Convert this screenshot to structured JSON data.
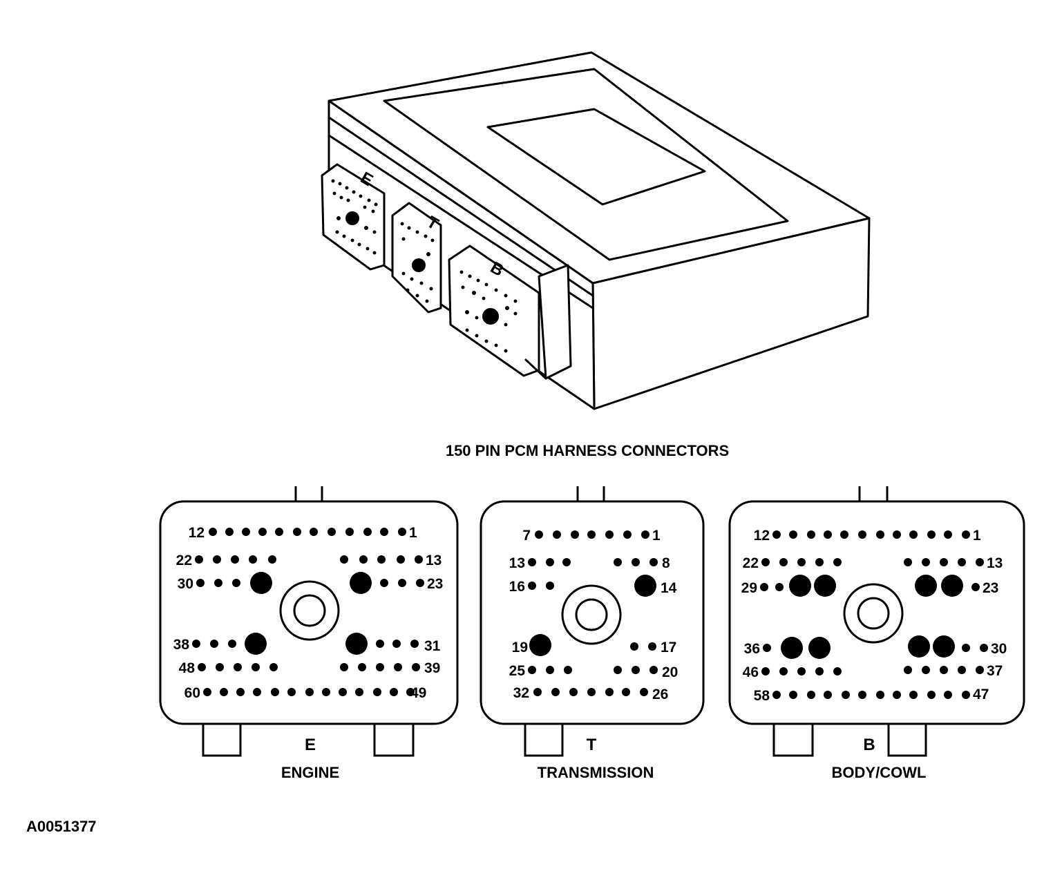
{
  "caption": "150 PIN PCM HARNESS CONNECTORS",
  "figure_id": "A0051377",
  "module_letters": [
    "E",
    "T",
    "B"
  ],
  "connectors": [
    {
      "letter": "E",
      "name": "ENGINE",
      "pins": [
        "12",
        "1",
        "22",
        "13",
        "30",
        "23",
        "38",
        "31",
        "48",
        "39",
        "60",
        "49"
      ]
    },
    {
      "letter": "T",
      "name": "TRANSMISSION",
      "pins": [
        "7",
        "1",
        "13",
        "8",
        "16",
        "14",
        "19",
        "17",
        "25",
        "20",
        "32",
        "26"
      ]
    },
    {
      "letter": "B",
      "name": "BODY/COWL",
      "pins": [
        "12",
        "1",
        "22",
        "13",
        "29",
        "23",
        "36",
        "30",
        "46",
        "37",
        "58",
        "47"
      ]
    }
  ]
}
